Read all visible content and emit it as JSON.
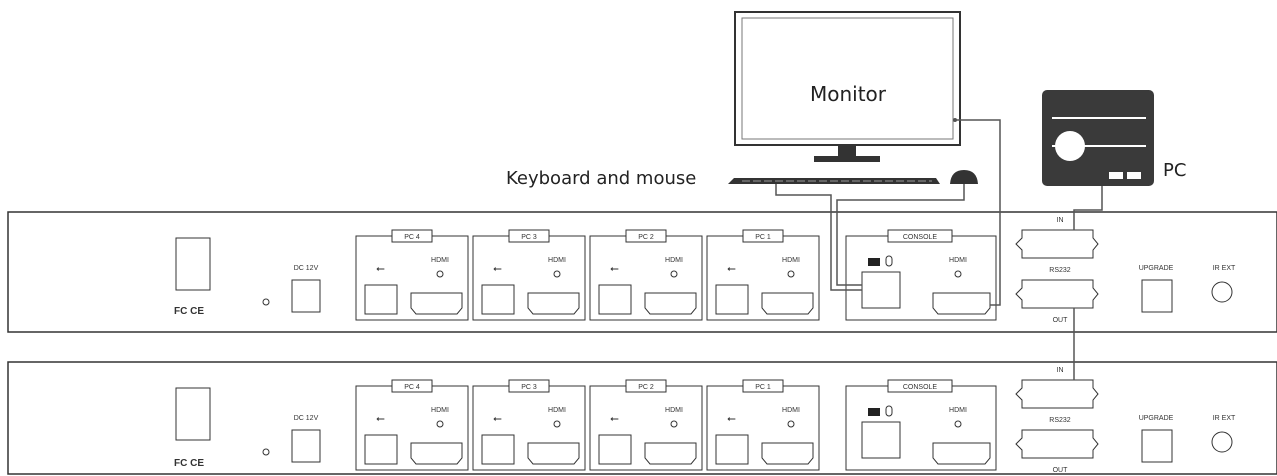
{
  "labels": {
    "monitor": "Monitor",
    "keyboard_mouse": "Keyboard and mouse",
    "pc": "PC"
  },
  "units": [
    {
      "dc": "DC 12V",
      "ports": [
        {
          "name": "PC 4",
          "hdmi": "HDMI"
        },
        {
          "name": "PC 3",
          "hdmi": "HDMI"
        },
        {
          "name": "PC 2",
          "hdmi": "HDMI"
        },
        {
          "name": "PC 1",
          "hdmi": "HDMI"
        }
      ],
      "console": {
        "name": "CONSOLE",
        "hdmi": "HDMI"
      },
      "rs232": {
        "in": "IN",
        "label": "RS232",
        "out": "OUT"
      },
      "upgrade": "UPGRADE",
      "ir": "IR EXT",
      "cert": "FC CE"
    },
    {
      "dc": "DC 12V",
      "ports": [
        {
          "name": "PC 4",
          "hdmi": "HDMI"
        },
        {
          "name": "PC 3",
          "hdmi": "HDMI"
        },
        {
          "name": "PC 2",
          "hdmi": "HDMI"
        },
        {
          "name": "PC 1",
          "hdmi": "HDMI"
        }
      ],
      "console": {
        "name": "CONSOLE",
        "hdmi": "HDMI"
      },
      "rs232": {
        "in": "IN",
        "label": "RS232",
        "out": "OUT"
      },
      "upgrade": "UPGRADE",
      "ir": "IR EXT",
      "cert": "FC CE"
    }
  ],
  "colors": {
    "device_dark": "#3a3a3a",
    "line": "#555555",
    "panel_border": "#333333"
  },
  "icons": {
    "monitor": "monitor-icon",
    "keyboard": "keyboard-icon",
    "mouse": "mouse-icon",
    "pc": "pc-tower-icon",
    "usb": "usb-icon",
    "hdmi": "hdmi-port-icon"
  }
}
